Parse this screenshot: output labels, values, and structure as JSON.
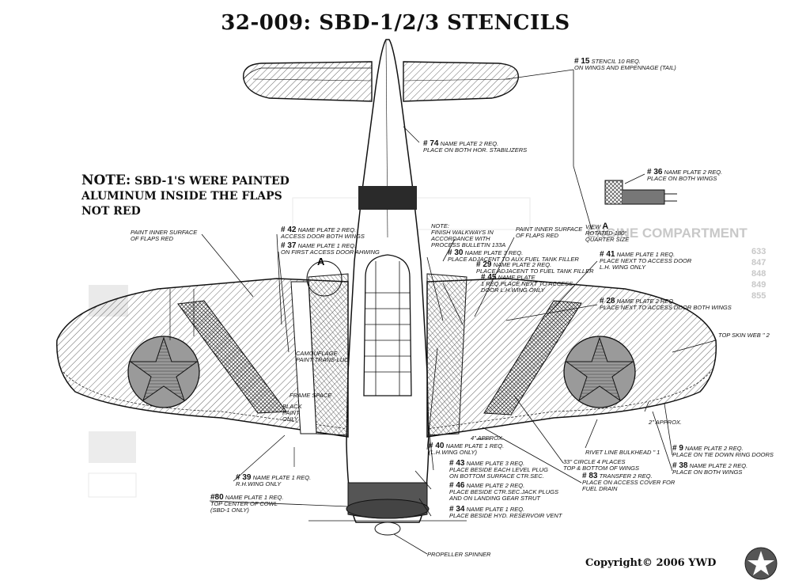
{
  "title": "32-009: SBD-1/2/3 STENCILS",
  "note": {
    "prefix": "NOTE:",
    "line1_rest": "SBD-1'S WERE PAINTED",
    "line2": "ALUMINUM INSIDE THE FLAPS",
    "line3": "NOT RED"
  },
  "copyright": "Copyright© 2006 YWD",
  "ghost_text": {
    "engine": "ENGINE COMPARTMENT",
    "codes": [
      "633",
      "847",
      "848",
      "849",
      "855"
    ]
  },
  "view_callout": {
    "letter": "A",
    "line1": "VIEW",
    "line2": "ROTATED 180°",
    "line3": "QUARTER SIZE"
  },
  "callouts": {
    "c15": {
      "num": "# 15",
      "text1": "STENCIL 10 REQ.",
      "text2": "ON WINGS AND EMPENNAGE (TAIL)"
    },
    "c74": {
      "num": "# 74",
      "text1": "NAME PLATE 2 REQ.",
      "text2": "PLACE ON BOTH HOR. STABILIZERS"
    },
    "c36": {
      "num": "# 36",
      "text1": "NAME PLATE   2 REQ.",
      "text2": "PLACE ON BOTH WINGS"
    },
    "paint_inner_left": {
      "text1": "PAINT INNER SURFACE",
      "text2": "OF FLAPS RED"
    },
    "paint_inner_right": {
      "text1": "PAINT INNER SURFACE",
      "text2": "OF FLAPS RED"
    },
    "note_walk": {
      "text1": "NOTE:",
      "text2": "FINISH WALKWAYS IN",
      "text3": "ACCORDANCE WITH",
      "text4": "PROCESS BULLETIN 133A"
    },
    "c42": {
      "num": "# 42",
      "text1": "NAME PLATE  2 REQ.",
      "text2": "ACCESS DOOR BOTH WINGS"
    },
    "c37": {
      "num": "# 37",
      "text1": "NAME PLATE  1 REQ.",
      "text2": "ON FIRST ACCESS DOOR AHWING"
    },
    "c30": {
      "num": "# 30",
      "text1": "NAME PLATE 3 REQ.",
      "text2": "PLACE ADJACENT TO AUX.FUEL TANK FILLER"
    },
    "c29": {
      "num": "# 29",
      "text1": "NAME PLATE  2 REQ.",
      "text2": "PLACE ADJACENT TO FUEL TANK FILLER"
    },
    "c45": {
      "num": "# 45",
      "text1": "NAME PLATE",
      "text2": "1 REQ.PLACE NEXT TO ACCESS",
      "text3": "DOOR L.H.WING ONLY"
    },
    "c41": {
      "num": "# 41",
      "text1": "NAME PLATE 1 REQ.",
      "text2": "PLACE NEXT TO ACCESS DOOR",
      "text3": "L.H. WING ONLY"
    },
    "c28": {
      "num": "# 28",
      "text1": "NAME PLATE  2 REQ.",
      "text2": "PLACE NEXT TO ACCESS DOOR BOTH WINGS"
    },
    "top_skin": {
      "text1": "TOP SKIN WEB \" 2"
    },
    "rivet": {
      "text1": "RIVET LINE BULKHEAD \" 1"
    },
    "circle": {
      "text1": "33\" CIRCLE 4 PLACES",
      "text2": "TOP & BOTTOM OF WINGS"
    },
    "c9": {
      "num": "# 9",
      "text1": "NAME PLATE  2 REQ.",
      "text2": "PLACE ON TIE DOWN RING DOORS"
    },
    "c38": {
      "num": "# 38",
      "text1": "NAME PLATE  2 REQ.",
      "text2": "PLACE ON BOTH WINGS"
    },
    "c40": {
      "num": "# 40",
      "text1": "NAME PLATE 1 REQ.",
      "text2": "(L.H.WING ONLY)"
    },
    "c43": {
      "num": "# 43",
      "text1": "NAME PLATE 3 REQ.",
      "text2": "PLACE BESIDE EACH LEVEL PLUG",
      "text3": "ON BOTTOM SURFACE CTR.SEC."
    },
    "c46": {
      "num": "# 46",
      "text1": "NAME PLATE 2 REQ.",
      "text2": "PLACE BESIDE CTR.SEC.JACK PLUGS",
      "text3": "AND ON LANDING GEAR STRUT"
    },
    "c83": {
      "num": "# 83",
      "text1": "TRANSFER  2 REQ.",
      "text2": "PLACE ON ACCESS COVER FOR",
      "text3": "FUEL DRAIN"
    },
    "c34": {
      "num": "# 34",
      "text1": "NAME PLATE  1 REQ.",
      "text2": "PLACE BESIDE HYD. RESERVOIR VENT"
    },
    "c39": {
      "num": "# 39",
      "text1": "NAME PLATE 1 REQ.",
      "text2": "R.H.WING ONLY"
    },
    "c80": {
      "num": "#80",
      "text1": "NAME PLATE 1 REQ.",
      "text2": "TOP CENTER OF COWL",
      "text3": "(SBD-1 ONLY)"
    },
    "propeller": {
      "text1": "PROPELLER SPINNER"
    },
    "approx1": {
      "text1": "4\" APPROX."
    },
    "approx2": {
      "text1": "2\" APPROX."
    },
    "black_paint": {
      "text1": "BLACK",
      "text2": "PAINT",
      "text3": "ONLY"
    },
    "camouflage": {
      "text1": "CAMOUFLAGE",
      "text2": "PAINT TRANS-LUC"
    },
    "frame": {
      "text1": "FRAME SPACE"
    }
  },
  "insignia": {
    "star_color": "#ffffff",
    "disc_color": "#9a9a9a"
  },
  "colors": {
    "ink": "#111111",
    "hatch": "#555555",
    "dark_band": "#2a2a2a",
    "walkway": "#6e6e6e"
  }
}
